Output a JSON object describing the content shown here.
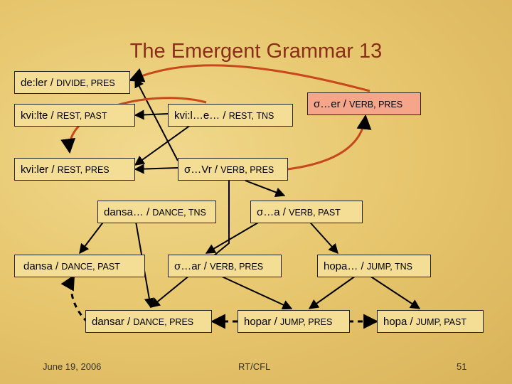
{
  "slide": {
    "title": "The Emergent Grammar 13",
    "footer_date": "June 19, 2006",
    "footer_center": "RT/CFL",
    "page_number": "51"
  },
  "nodes": {
    "deler": {
      "form": "de:ler / ",
      "gloss": "DIVIDE, PRES"
    },
    "kvilte": {
      "form": "kvi:lte / ",
      "gloss": "REST, PAST"
    },
    "kvile": {
      "form": "kvi:l…e… / ",
      "gloss": "REST, TNS"
    },
    "sigmaer": {
      "form": "σ…er / ",
      "gloss": "VERB, PRES"
    },
    "kviler": {
      "form": "kvi:ler / ",
      "gloss": "REST, PRES"
    },
    "sigmavr": {
      "form": "σ…Vr / ",
      "gloss": "VERB, PRES"
    },
    "dansadots": {
      "form": "dansa… / ",
      "gloss": "DANCE, TNS"
    },
    "sigmaa": {
      "form": "σ…a / ",
      "gloss": "VERB, PAST"
    },
    "dansa": {
      "form": "dansa / ",
      "gloss": "DANCE, PAST"
    },
    "sigmaar": {
      "form": "σ…ar / ",
      "gloss": "VERB, PRES"
    },
    "hopadots": {
      "form": "hopa… / ",
      "gloss": "JUMP, TNS"
    },
    "dansar": {
      "form": "dansar / ",
      "gloss": "DANCE, PRES"
    },
    "hopar": {
      "form": "hopar / ",
      "gloss": "JUMP, PRES"
    },
    "hopa": {
      "form": "hopa / ",
      "gloss": "JUMP, PAST"
    }
  },
  "colors": {
    "edge_black": "#000000",
    "edge_red": "#c8481e",
    "highlight_node": "#f5a58a",
    "title": "#8a2e1a"
  }
}
